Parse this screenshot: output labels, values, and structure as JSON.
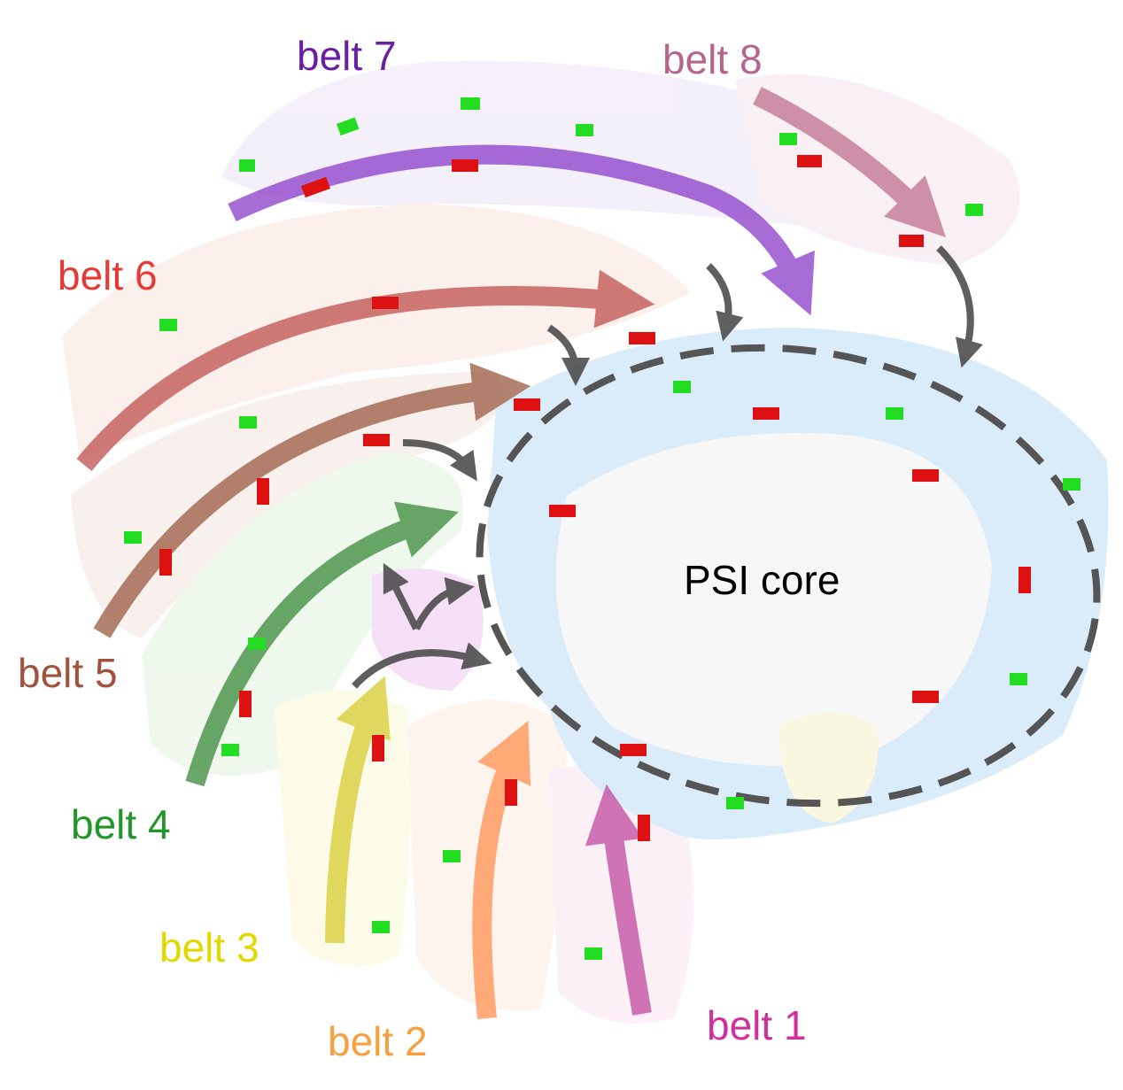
{
  "labels": {
    "belt7": "belt 7",
    "belt8": "belt 8",
    "belt6": "belt 6",
    "belt5": "belt 5",
    "belt4": "belt 4",
    "belt3": "belt 3",
    "belt2": "belt 2",
    "belt1": "belt 1",
    "core": "PSI core"
  },
  "colors": {
    "belt7": "#6a1fa0",
    "belt8": "#b5648e",
    "belt6": "#e53935",
    "belt5": "#a0523c",
    "belt4": "#22962a",
    "belt3": "#e2d800",
    "belt2": "#f7a040",
    "belt1": "#d0309a",
    "core": "#000000",
    "lhc_blue": "#a9d2f2",
    "chl_green": "#22dd22",
    "chl_red": "#dd1111"
  }
}
